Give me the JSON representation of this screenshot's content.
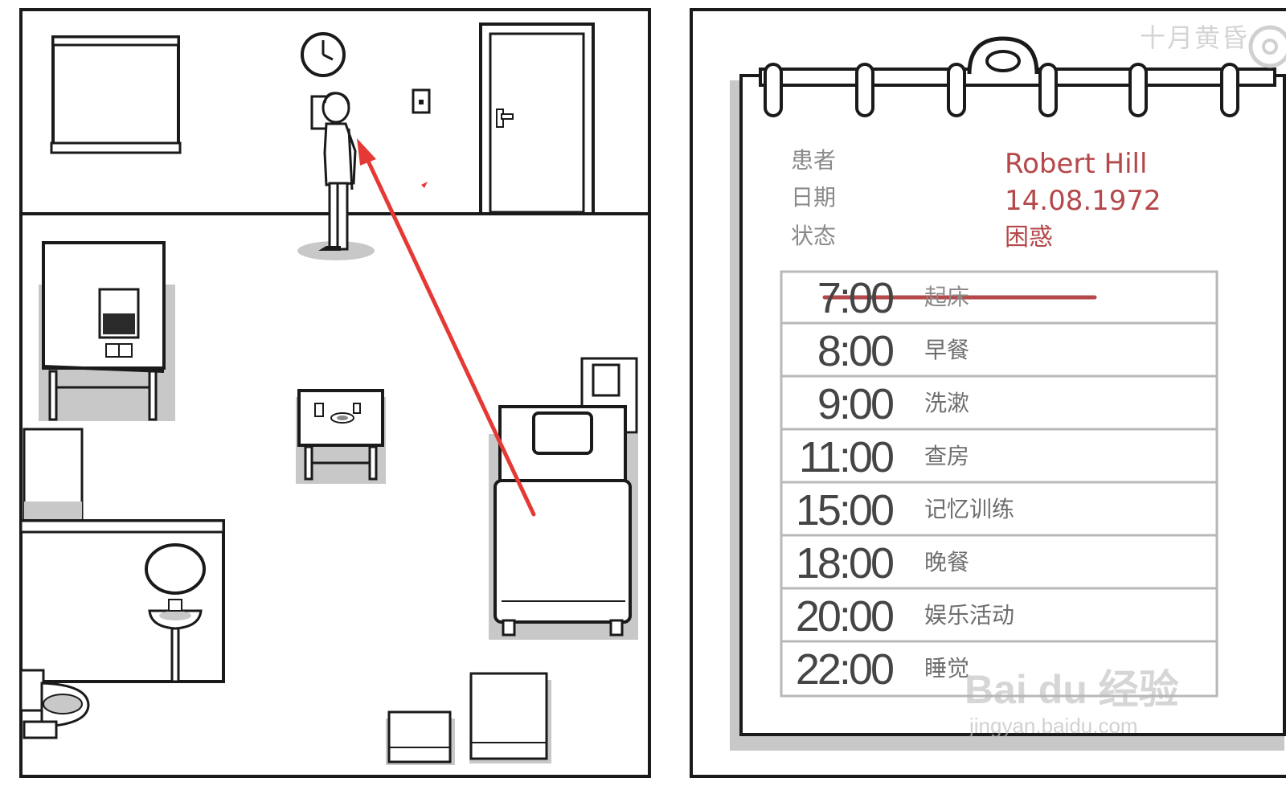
{
  "patient": {
    "labels": {
      "patient": "患者",
      "date": "日期",
      "status": "状态"
    },
    "name": "Robert Hill",
    "date": "14.08.1972",
    "status": "困惑"
  },
  "schedule": [
    {
      "time": "7:00",
      "activity": "起床",
      "done": true
    },
    {
      "time": "8:00",
      "activity": "早餐",
      "done": false
    },
    {
      "time": "9:00",
      "activity": "洗漱",
      "done": false
    },
    {
      "time": "11:00",
      "activity": "查房",
      "done": false
    },
    {
      "time": "15:00",
      "activity": "记忆训练",
      "done": false
    },
    {
      "time": "18:00",
      "activity": "晚餐",
      "done": false
    },
    {
      "time": "20:00",
      "activity": "娱乐活动",
      "done": false
    },
    {
      "time": "22:00",
      "activity": "睡觉",
      "done": false
    }
  ],
  "watermark": {
    "top": "十月黄昏",
    "logo": "Bai du 经验",
    "url": "jingyan.baidu.com"
  },
  "colors": {
    "ink": "#1a1a1a",
    "shadow": "#c8c8c8",
    "accent_red": "#b5484a",
    "arrow": "#e53935"
  }
}
